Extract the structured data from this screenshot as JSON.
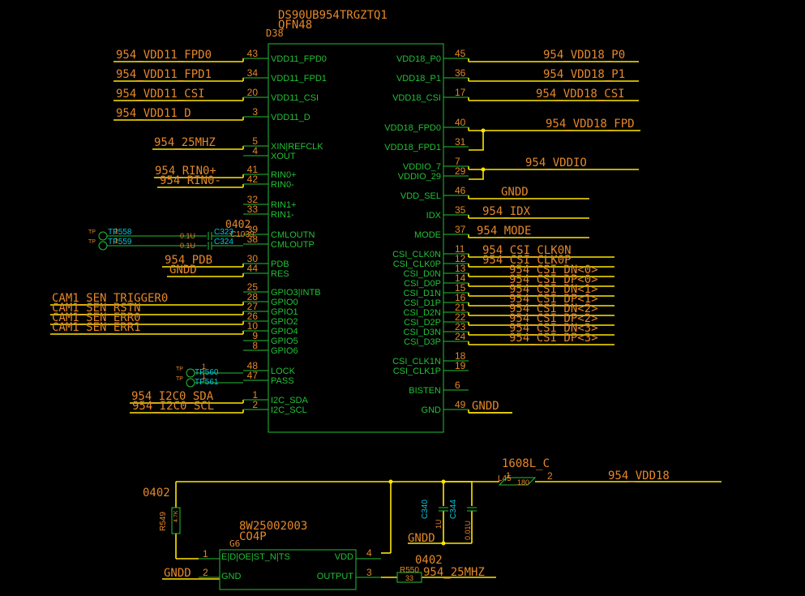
{
  "colors": {
    "background": "#000000",
    "wire": "#ffe600",
    "component": "#22c035",
    "label": "#e4872a",
    "designator": "#00c8e0",
    "pin_text": "#22c035"
  },
  "ic": {
    "part": "DS90UB954TRGZTQ1",
    "package": "QFN48",
    "ref": "D38",
    "left_pins": [
      {
        "num": "43",
        "name": "VDD11_FPD0",
        "net": "954_VDD11_FPD0"
      },
      {
        "num": "34",
        "name": "VDD11_FPD1",
        "net": "954_VDD11_FPD1"
      },
      {
        "num": "20",
        "name": "VDD11_CSI",
        "net": "954_VDD11_CSI"
      },
      {
        "num": "3",
        "name": "VDD11_D",
        "net": "954_VDD11_D"
      },
      {
        "num": "5",
        "name": "XIN|REFCLK",
        "net": "954_25MHZ"
      },
      {
        "num": "4",
        "name": "XOUT",
        "net": ""
      },
      {
        "num": "41",
        "name": "RIN0+",
        "net": "954_RIN0+"
      },
      {
        "num": "42",
        "name": "RIN0-",
        "net": "954_RIN0-"
      },
      {
        "num": "32",
        "name": "RIN1+",
        "net": ""
      },
      {
        "num": "33",
        "name": "RIN1-",
        "net": ""
      },
      {
        "num": "39",
        "name": "CMLOUTN",
        "net": ""
      },
      {
        "num": "38",
        "name": "CMLOUTP",
        "net": ""
      },
      {
        "num": "30",
        "name": "PDB",
        "net": "954_PDB"
      },
      {
        "num": "44",
        "name": "RES",
        "net": "GNDD"
      },
      {
        "num": "25",
        "name": "GPIO3|INTB",
        "net": ""
      },
      {
        "num": "28",
        "name": "GPIO0",
        "net": "CAM1_SEN_TRIGGER0"
      },
      {
        "num": "27",
        "name": "GPIO1",
        "net": "CAM1_SEN_RSTN"
      },
      {
        "num": "26",
        "name": "GPIO2",
        "net": "CAM1_SEN_ERR0"
      },
      {
        "num": "10",
        "name": "GPIO4",
        "net": "CAM1_SEN_ERR1"
      },
      {
        "num": "9",
        "name": "GPIO5",
        "net": ""
      },
      {
        "num": "8",
        "name": "GPIO6",
        "net": ""
      },
      {
        "num": "48",
        "name": "LOCK",
        "net": ""
      },
      {
        "num": "47",
        "name": "PASS",
        "net": ""
      },
      {
        "num": "1",
        "name": "I2C_SDA",
        "net": "954_I2C0_SDA"
      },
      {
        "num": "2",
        "name": "I2C_SCL",
        "net": "954_I2C0_SCL"
      }
    ],
    "right_pins": [
      {
        "num": "45",
        "name": "VDD18_P0",
        "net": "954_VDD18_P0"
      },
      {
        "num": "36",
        "name": "VDD18_P1",
        "net": "954_VDD18_P1"
      },
      {
        "num": "17",
        "name": "VDD18_CSI",
        "net": "954_VDD18_CSI"
      },
      {
        "num": "40",
        "name": "VDD18_FPD0",
        "net": "954_VDD18_FPD"
      },
      {
        "num": "31",
        "name": "VDD18_FPD1",
        "net": ""
      },
      {
        "num": "7",
        "name": "VDDIO_7",
        "net": "954_VDDIO"
      },
      {
        "num": "29",
        "name": "VDDIO_29",
        "net": ""
      },
      {
        "num": "46",
        "name": "VDD_SEL",
        "net": "GNDD"
      },
      {
        "num": "35",
        "name": "IDX",
        "net": "954_IDX"
      },
      {
        "num": "37",
        "name": "MODE",
        "net": "954_MODE"
      },
      {
        "num": "11",
        "name": "CSI_CLK0N",
        "net": "954_CSI_CLK0N"
      },
      {
        "num": "12",
        "name": "CSI_CLK0P",
        "net": "954_CSI_CLK0P"
      },
      {
        "num": "13",
        "name": "CSI_D0N",
        "net": "954_CSI_DN<0>"
      },
      {
        "num": "14",
        "name": "CSI_D0P",
        "net": "954_CSI_DP<0>"
      },
      {
        "num": "15",
        "name": "CSI_D1N",
        "net": "954_CSI_DN<1>"
      },
      {
        "num": "16",
        "name": "CSI_D1P",
        "net": "954_CSI_DP<1>"
      },
      {
        "num": "21",
        "name": "CSI_D2N",
        "net": "954_CSI_DN<2>"
      },
      {
        "num": "22",
        "name": "CSI_D2P",
        "net": "954_CSI_DP<2>"
      },
      {
        "num": "23",
        "name": "CSI_D3N",
        "net": "954_CSI_DN<3>"
      },
      {
        "num": "24",
        "name": "CSI_D3P",
        "net": "954_CSI_DP<3>"
      },
      {
        "num": "18",
        "name": "CSI_CLK1N",
        "net": ""
      },
      {
        "num": "19",
        "name": "CSI_CLK1P",
        "net": ""
      },
      {
        "num": "6",
        "name": "BISTEN",
        "net": ""
      },
      {
        "num": "49",
        "name": "GND",
        "net": "GNDD"
      }
    ]
  },
  "cml_caps": {
    "c323": "C323",
    "c324": "C324",
    "value1": "0.1U",
    "value2": "0.1U",
    "package": "0402",
    "c_ref2": "C1039",
    "tp558": "TP558",
    "tp559": "TP559",
    "tp_mark": "TP",
    "pin1": "1"
  },
  "test_points": {
    "tp560": "TP560",
    "tp561": "TP561",
    "tp_mark": "TP",
    "pin1": "1"
  },
  "oscillator": {
    "part": "8W25002003",
    "package": "CO4P",
    "ref": "G6",
    "pin_enable": "E|D|OE|ST_N|TS",
    "pin_gnd": "GND",
    "pin_vdd": "VDD",
    "pin_out": "OUTPUT",
    "num_enable": "1",
    "num_gnd": "2",
    "num_vdd": "4",
    "num_out": "3",
    "gnd_net": "GNDD",
    "out_net": "954_25MHZ"
  },
  "r549": {
    "ref": "R549",
    "value": "4.7K",
    "package": "0402"
  },
  "r550": {
    "ref": "R550",
    "value": "33",
    "package": "0402"
  },
  "l45": {
    "ref": "L45",
    "value": "180",
    "package": "1608L_C",
    "pin1": "1",
    "pin2": "2",
    "net": "954_VDD18"
  },
  "caps_bottom": {
    "c340": "C340",
    "c344": "C344",
    "c340_val": "1U",
    "c344_val": "0.01U",
    "gnd_net": "GNDD"
  }
}
